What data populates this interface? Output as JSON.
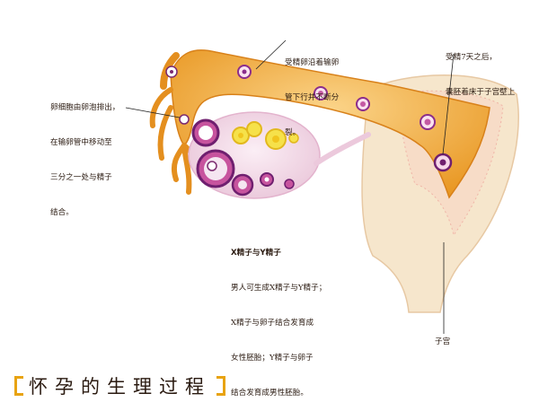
{
  "labels": {
    "ovulation": {
      "lines": [
        "卵细胞由卵泡排出，",
        "在输卵管中移动至",
        "三分之一处与精子",
        "结合。"
      ]
    },
    "fertilized_egg": {
      "lines": [
        "受精卵沿着输卵",
        "管下行并不断分",
        "裂。"
      ]
    },
    "implantation": {
      "lines": [
        "受精7天之后，",
        "囊胚着床于子宫壁上"
      ]
    },
    "xy_sperm": {
      "heading": "X精子与Y精子",
      "lines": [
        "男人可生成X精子与Y精子；",
        "X精子与卵子结合发育成",
        "女性胚胎；Y精子与卵子",
        "结合发育成男性胚胎。"
      ]
    },
    "uterus": "子宫"
  },
  "title": "怀孕的生理过程",
  "colors": {
    "tube": "#f2b247",
    "tube_dark": "#e48f1f",
    "uterus_wall": "#f6e7cf",
    "uterus_inner": "#f3c98a",
    "ovary": "#f3dbe8",
    "follicle": "#8b2d8c",
    "accent": "#e8a311"
  }
}
